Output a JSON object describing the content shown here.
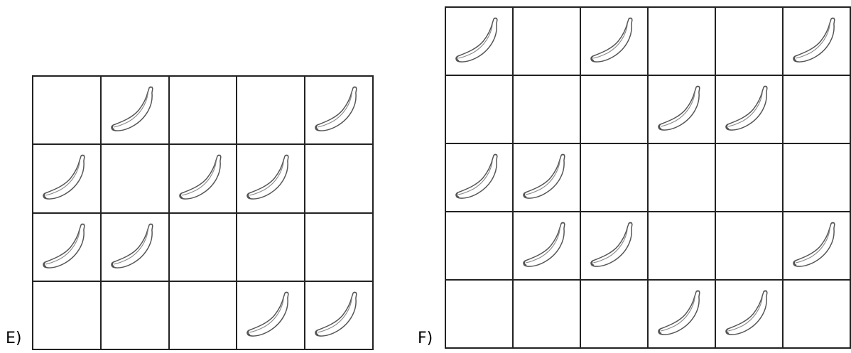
{
  "options": [
    {
      "label": "E)",
      "rows": 4,
      "cols": 5,
      "cells": [
        [
          0,
          1,
          0,
          0,
          1
        ],
        [
          1,
          0,
          1,
          1,
          0
        ],
        [
          1,
          1,
          0,
          0,
          0
        ],
        [
          0,
          0,
          0,
          1,
          1
        ]
      ],
      "icon": "banana-icon"
    },
    {
      "label": "F)",
      "rows": 5,
      "cols": 6,
      "cells": [
        [
          1,
          0,
          1,
          0,
          0,
          1
        ],
        [
          0,
          0,
          0,
          1,
          1,
          0
        ],
        [
          1,
          1,
          0,
          0,
          0,
          0
        ],
        [
          0,
          1,
          1,
          0,
          0,
          1
        ],
        [
          0,
          0,
          0,
          1,
          1,
          0
        ]
      ],
      "icon": "banana-icon"
    }
  ],
  "colors": {
    "grid_line": "#222222",
    "banana_outline": "#555555"
  }
}
